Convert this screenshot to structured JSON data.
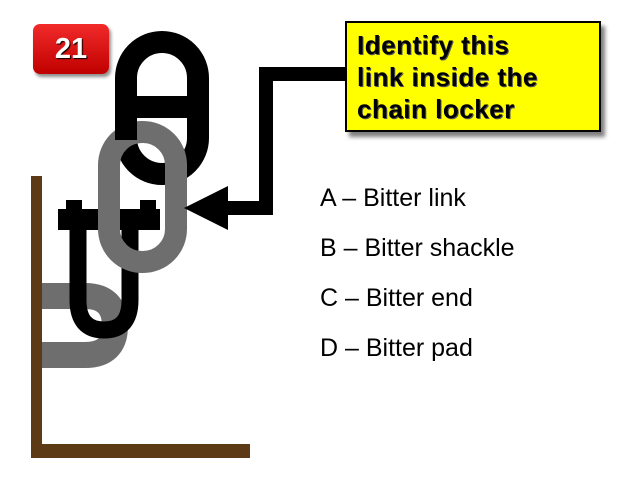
{
  "question": {
    "number": "21"
  },
  "callout": {
    "lines": [
      "Identify this",
      "link inside the",
      "chain locker"
    ]
  },
  "options": [
    {
      "label": "A – Bitter link"
    },
    {
      "label": "B – Bitter shackle"
    },
    {
      "label": "C – Bitter end"
    },
    {
      "label": "D – Bitter pad"
    }
  ],
  "colors": {
    "badge": "#e01010",
    "callout": "#ffff00",
    "locker_wall": "#5c3a16",
    "chain_black": "#000000",
    "chain_gray": "#6e6e6e"
  }
}
